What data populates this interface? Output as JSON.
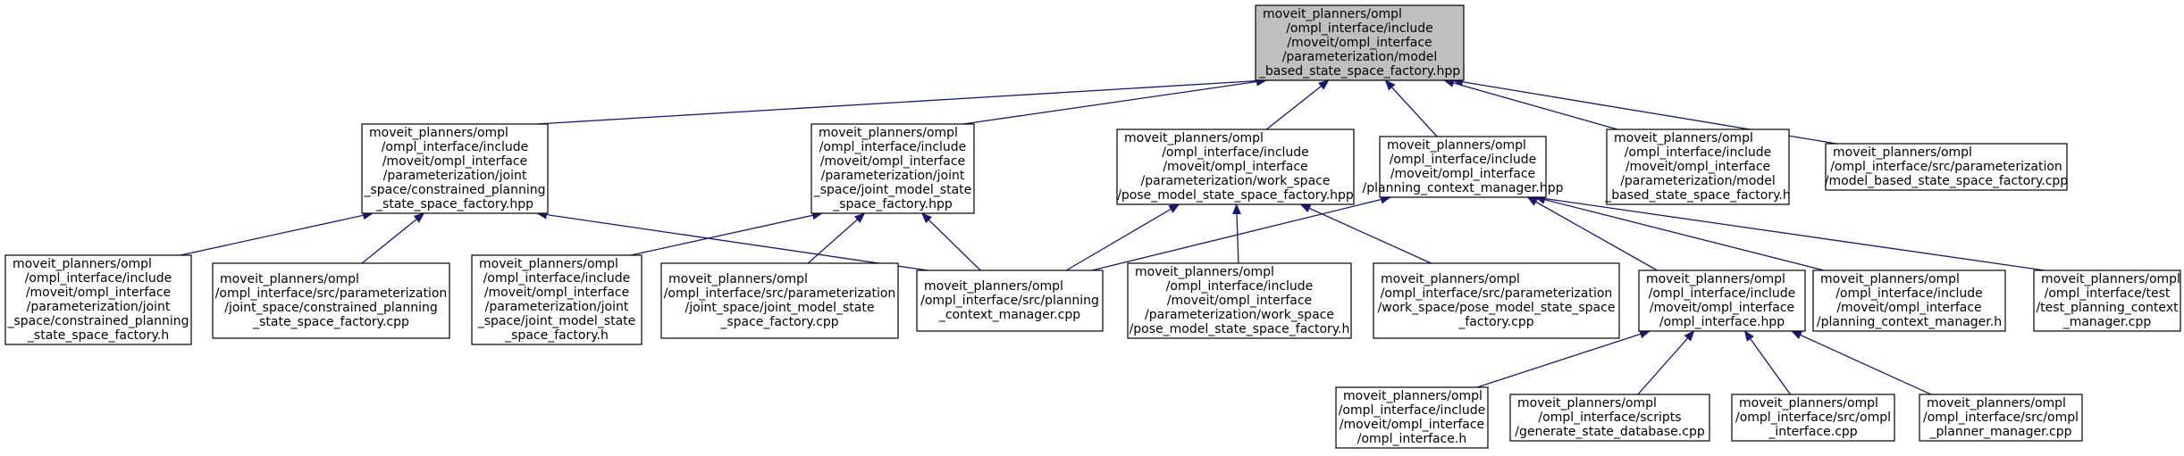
{
  "graph": {
    "edge_color": "#191970",
    "root_fill": "#bfbfbf",
    "node_fill": "#ffffff",
    "nodes": [
      {
        "id": "root",
        "root": true,
        "lines": [
          "moveit_planners/ompl",
          "/ompl_interface/include",
          "/moveit/ompl_interface",
          "/parameterization/model",
          "_based_state_space_factory.hpp"
        ]
      },
      {
        "id": "constrained_hpp",
        "lines": [
          "moveit_planners/ompl",
          "/ompl_interface/include",
          "/moveit/ompl_interface",
          "/parameterization/joint",
          "_space/constrained_planning",
          "_state_space_factory.hpp"
        ]
      },
      {
        "id": "joint_model_hpp",
        "lines": [
          "moveit_planners/ompl",
          "/ompl_interface/include",
          "/moveit/ompl_interface",
          "/parameterization/joint",
          "_space/joint_model_state",
          "_space_factory.hpp"
        ]
      },
      {
        "id": "pose_model_hpp",
        "lines": [
          "moveit_planners/ompl",
          "/ompl_interface/include",
          "/moveit/ompl_interface",
          "/parameterization/work_space",
          "/pose_model_state_space_factory.hpp"
        ]
      },
      {
        "id": "planning_context_manager_hpp",
        "lines": [
          "moveit_planners/ompl",
          "/ompl_interface/include",
          "/moveit/ompl_interface",
          "/planning_context_manager.hpp"
        ]
      },
      {
        "id": "model_based_h",
        "lines": [
          "moveit_planners/ompl",
          "/ompl_interface/include",
          "/moveit/ompl_interface",
          "/parameterization/model",
          "_based_state_space_factory.h"
        ]
      },
      {
        "id": "model_based_cpp",
        "lines": [
          "moveit_planners/ompl",
          "/ompl_interface/src/parameterization",
          "/model_based_state_space_factory.cpp"
        ]
      },
      {
        "id": "constrained_h",
        "lines": [
          "moveit_planners/ompl",
          "/ompl_interface/include",
          "/moveit/ompl_interface",
          "/parameterization/joint",
          "_space/constrained_planning",
          "_state_space_factory.h"
        ]
      },
      {
        "id": "constrained_cpp",
        "lines": [
          "moveit_planners/ompl",
          "/ompl_interface/src/parameterization",
          "/joint_space/constrained_planning",
          "_state_space_factory.cpp"
        ]
      },
      {
        "id": "joint_model_h",
        "lines": [
          "moveit_planners/ompl",
          "/ompl_interface/include",
          "/moveit/ompl_interface",
          "/parameterization/joint",
          "_space/joint_model_state",
          "_space_factory.h"
        ]
      },
      {
        "id": "joint_model_cpp",
        "lines": [
          "moveit_planners/ompl",
          "/ompl_interface/src/parameterization",
          "/joint_space/joint_model_state",
          "_space_factory.cpp"
        ]
      },
      {
        "id": "planning_context_manager_cpp",
        "lines": [
          "moveit_planners/ompl",
          "/ompl_interface/src/planning",
          "_context_manager.cpp"
        ]
      },
      {
        "id": "pose_model_h",
        "lines": [
          "moveit_planners/ompl",
          "/ompl_interface/include",
          "/moveit/ompl_interface",
          "/parameterization/work_space",
          "/pose_model_state_space_factory.h"
        ]
      },
      {
        "id": "pose_model_cpp",
        "lines": [
          "moveit_planners/ompl",
          "/ompl_interface/src/parameterization",
          "/work_space/pose_model_state_space",
          "_factory.cpp"
        ]
      },
      {
        "id": "ompl_interface_hpp",
        "lines": [
          "moveit_planners/ompl",
          "/ompl_interface/include",
          "/moveit/ompl_interface",
          "/ompl_interface.hpp"
        ]
      },
      {
        "id": "planning_context_manager_h",
        "lines": [
          "moveit_planners/ompl",
          "/ompl_interface/include",
          "/moveit/ompl_interface",
          "/planning_context_manager.h"
        ]
      },
      {
        "id": "test_planning_context_manager",
        "lines": [
          "moveit_planners/ompl",
          "/ompl_interface/test",
          "/test_planning_context",
          "_manager.cpp"
        ]
      },
      {
        "id": "ompl_interface_h",
        "lines": [
          "moveit_planners/ompl",
          "/ompl_interface/include",
          "/moveit/ompl_interface",
          "/ompl_interface.h"
        ]
      },
      {
        "id": "generate_state_database",
        "lines": [
          "moveit_planners/ompl",
          "/ompl_interface/scripts",
          "/generate_state_database.cpp"
        ]
      },
      {
        "id": "ompl_interface_cpp",
        "lines": [
          "moveit_planners/ompl",
          "/ompl_interface/src/ompl",
          "_interface.cpp"
        ]
      },
      {
        "id": "ompl_planner_manager",
        "lines": [
          "moveit_planners/ompl",
          "/ompl_interface/src/ompl",
          "_planner_manager.cpp"
        ]
      }
    ],
    "edges": [
      {
        "from": "constrained_hpp",
        "to": "root"
      },
      {
        "from": "joint_model_hpp",
        "to": "root"
      },
      {
        "from": "pose_model_hpp",
        "to": "root"
      },
      {
        "from": "planning_context_manager_hpp",
        "to": "root"
      },
      {
        "from": "model_based_h",
        "to": "root"
      },
      {
        "from": "model_based_cpp",
        "to": "root"
      },
      {
        "from": "constrained_h",
        "to": "constrained_hpp"
      },
      {
        "from": "constrained_cpp",
        "to": "constrained_hpp"
      },
      {
        "from": "planning_context_manager_cpp",
        "to": "constrained_hpp"
      },
      {
        "from": "joint_model_h",
        "to": "joint_model_hpp"
      },
      {
        "from": "joint_model_cpp",
        "to": "joint_model_hpp"
      },
      {
        "from": "planning_context_manager_cpp",
        "to": "joint_model_hpp"
      },
      {
        "from": "planning_context_manager_cpp",
        "to": "pose_model_hpp"
      },
      {
        "from": "pose_model_h",
        "to": "pose_model_hpp"
      },
      {
        "from": "pose_model_cpp",
        "to": "pose_model_hpp"
      },
      {
        "from": "planning_context_manager_cpp",
        "to": "planning_context_manager_hpp"
      },
      {
        "from": "ompl_interface_hpp",
        "to": "planning_context_manager_hpp"
      },
      {
        "from": "planning_context_manager_h",
        "to": "planning_context_manager_hpp"
      },
      {
        "from": "test_planning_context_manager",
        "to": "planning_context_manager_hpp"
      },
      {
        "from": "ompl_interface_h",
        "to": "ompl_interface_hpp"
      },
      {
        "from": "generate_state_database",
        "to": "ompl_interface_hpp"
      },
      {
        "from": "ompl_interface_cpp",
        "to": "ompl_interface_hpp"
      },
      {
        "from": "ompl_planner_manager",
        "to": "ompl_interface_hpp"
      }
    ]
  }
}
